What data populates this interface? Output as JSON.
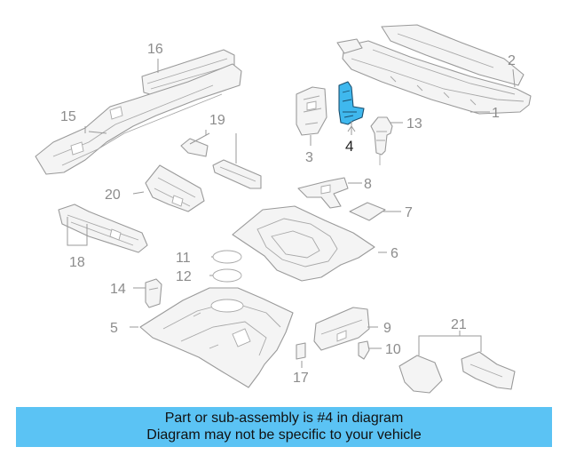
{
  "diagram": {
    "callouts": [
      "1",
      "2",
      "3",
      "4",
      "5",
      "6",
      "7",
      "8",
      "9",
      "10",
      "11",
      "12",
      "13",
      "14",
      "15",
      "16",
      "17",
      "18",
      "19",
      "20",
      "21"
    ],
    "highlighted_part": "4",
    "highlight_color": "#3fb8ee",
    "banner_color": "#5bc3f4"
  },
  "banner": {
    "line1": "Part or sub-assembly is #4 in diagram",
    "line2": "Diagram may not be specific to your vehicle"
  }
}
